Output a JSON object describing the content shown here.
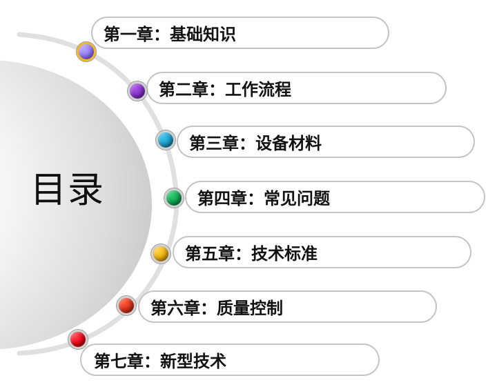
{
  "title": "目录",
  "colors": {
    "arc": "#e0e0e0",
    "pill_border": "#c4c4c4",
    "text": "#111111"
  },
  "chapters": [
    {
      "label": "第一章：基础知识",
      "dot_color": "#9a7cff",
      "ring_color": "#f2b731",
      "dot_icon": "purple-light-dot"
    },
    {
      "label": "第二章：工作流程",
      "dot_color": "#8a2fd0",
      "dot_icon": "purple-dot"
    },
    {
      "label": "第三章：设备材料",
      "dot_color": "#1a9fd0",
      "dot_icon": "blue-dot"
    },
    {
      "label": "第四章：常见问题",
      "dot_color": "#11a853",
      "dot_icon": "green-dot"
    },
    {
      "label": "第五章：技术标准",
      "dot_color": "#f2b40a",
      "dot_icon": "yellow-dot"
    },
    {
      "label": "第六章：质量控制",
      "dot_color": "#e03018",
      "dot_icon": "red-orange-dot"
    },
    {
      "label": "第七章：新型技术",
      "dot_color": "#ee0010",
      "dot_icon": "red-dot"
    }
  ]
}
